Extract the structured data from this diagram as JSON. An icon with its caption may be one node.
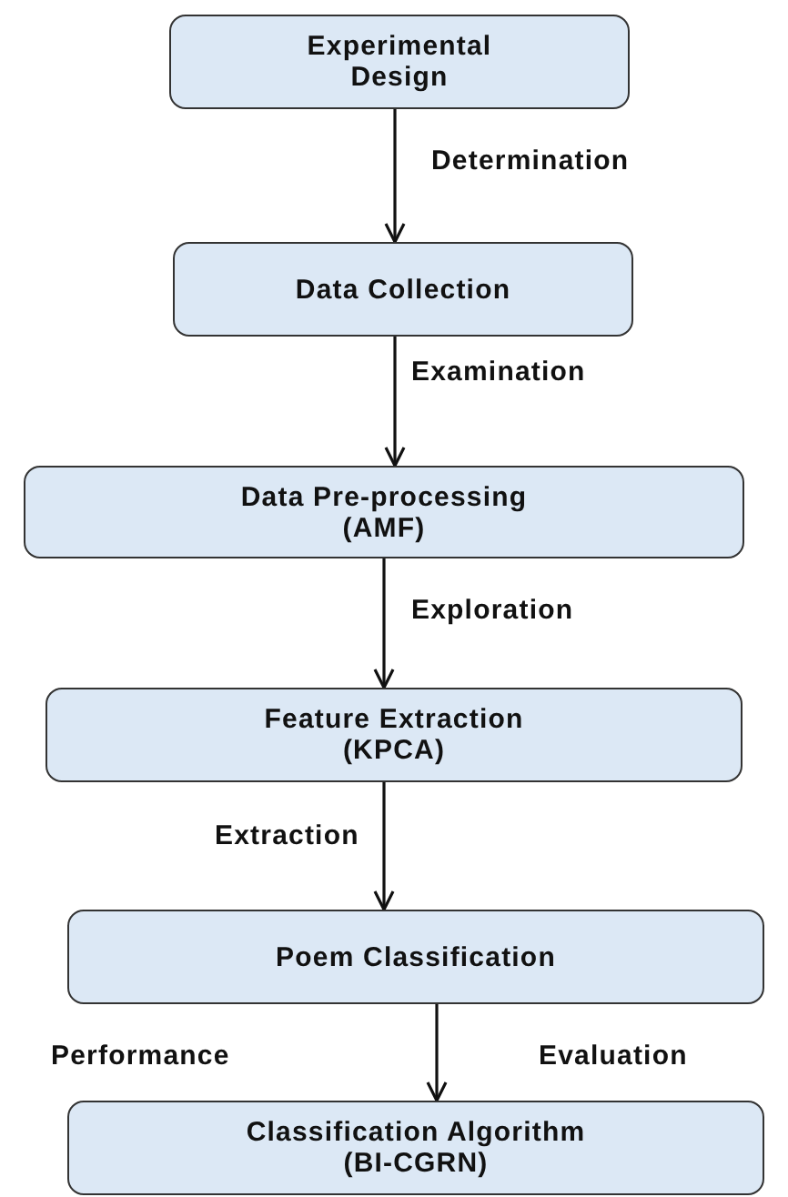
{
  "diagram": {
    "nodes": [
      {
        "text": [
          "Experimental Design"
        ]
      },
      {
        "text": [
          "Data Collection"
        ]
      },
      {
        "text": [
          "Data Pre-processing",
          "(AMF)"
        ]
      },
      {
        "text": [
          "Feature Extraction",
          "(KPCA)"
        ]
      },
      {
        "text": [
          "Poem Classification"
        ]
      },
      {
        "text": [
          "Classification Algorithm",
          "(BI-CGRN)"
        ]
      }
    ],
    "edges": [
      {
        "from": 0,
        "to": 1,
        "arrow": "to",
        "label": "Determination"
      },
      {
        "from": 1,
        "to": 2,
        "arrow": "to",
        "label": "Examination"
      },
      {
        "from": 2,
        "to": 3,
        "arrow": "to",
        "label": "Exploration"
      },
      {
        "from": 3,
        "to": 4,
        "arrow": "to",
        "label": "Extraction"
      },
      {
        "from": 4,
        "to": 5,
        "arrow": "to"
      }
    ],
    "labels": [
      "Performance",
      "Evaluation"
    ]
  }
}
